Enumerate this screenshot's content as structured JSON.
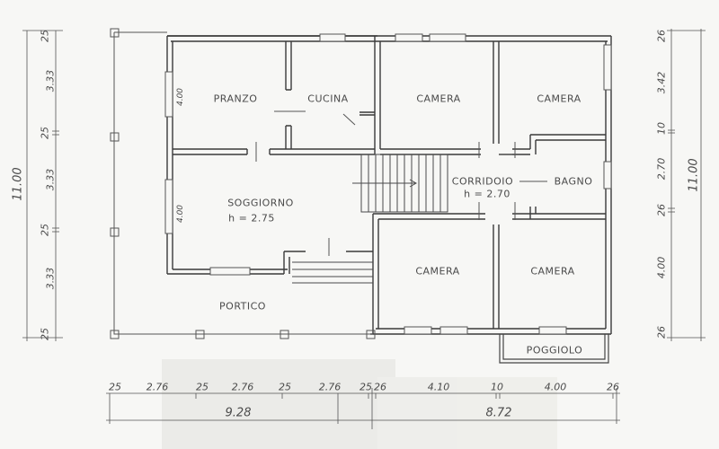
{
  "rooms": {
    "pranzo": "PRANZO",
    "cucina": "CUCINA",
    "camera_nw": "CAMERA",
    "camera_ne": "CAMERA",
    "soggiorno": "SOGGIORNO",
    "soggiorno_height": "h = 2.75",
    "corridoio": "CORRIDOIO",
    "corridoio_height": "h = 2.70",
    "bagno": "BAGNO",
    "camera_sw": "CAMERA",
    "camera_se": "CAMERA",
    "portico": "PORTICO",
    "poggiolo": "POGGIOLO"
  },
  "wall_dims": {
    "pranzo_wall": "4.00",
    "soggiorno_wall": "4.00"
  },
  "left_dimensions": {
    "total": "11.00",
    "segments": [
      "25",
      "3.33",
      "25",
      "3.33",
      "25",
      "3.33",
      "25"
    ]
  },
  "right_dimensions": {
    "total": "11.00",
    "segments": [
      "26",
      "3.42",
      "10",
      "2.70",
      "26",
      "4.00",
      "26"
    ]
  },
  "bottom_dimensions": {
    "segments": [
      "25",
      "2.76",
      "25",
      "2.76",
      "25",
      "2.76",
      "25",
      "26",
      "4.10",
      "10",
      "4.00",
      "26"
    ],
    "totals": [
      "9.28",
      "8.72"
    ]
  }
}
